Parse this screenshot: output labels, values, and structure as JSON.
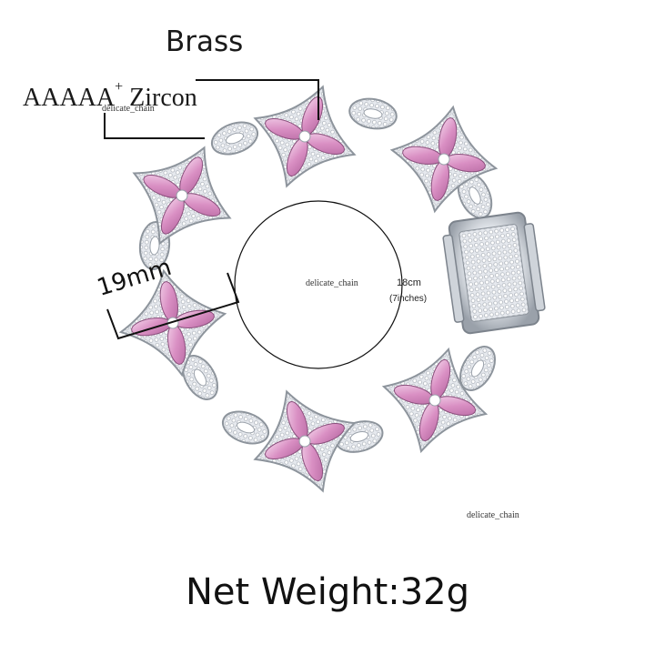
{
  "labels": {
    "material": "Brass",
    "stone": "AAAAA",
    "stone_grade_mark": "+",
    "stone_type": "Zircon",
    "width": "19mm",
    "length": "18cm",
    "length_inches": "(7inches)",
    "net_weight": "Net Weight:32g"
  },
  "watermarks": [
    "delicate_chain",
    "delicate_chain",
    "delicate_chain"
  ],
  "colors": {
    "metal": "#d8dde3",
    "metal_shadow": "#9aa1aa",
    "stone_pink": "#e2a3cf",
    "stone_pink_dark": "#b86aa3",
    "pointer_line": "#111111"
  },
  "icons": [
    "flower-link-icon",
    "box-clasp-icon"
  ]
}
